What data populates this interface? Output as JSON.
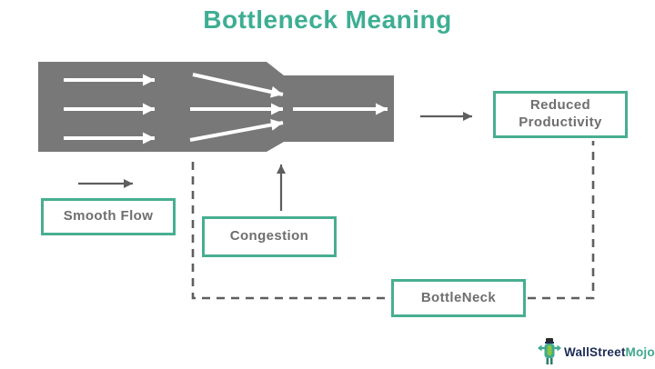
{
  "title": {
    "text": "Bottleneck Meaning",
    "color": "#3EAE93"
  },
  "boxes": {
    "smooth_flow": {
      "label": "Smooth Flow"
    },
    "congestion": {
      "label": "Congestion"
    },
    "bottleneck": {
      "label": "BottleNeck"
    },
    "reduced_productivity": {
      "label": "Reduced Productivity"
    }
  },
  "diagram": {
    "pipe_shape": "bottleneck-pipe",
    "flow_arrows": "white arrows: 3 straight in wide section, 3 converging into neck, 1 through narrow section",
    "connectors": "solid gray arrows: smooth-flow, congestion-up, to-reduced-productivity; dashed gray connectors link pipe and reduced-productivity to BottleNeck label"
  },
  "colors": {
    "background": "#FFFFFF",
    "accent": "#48AE91",
    "pipe_gray": "#787878",
    "label_text": "#6E6E6E",
    "connector_gray": "#5E5E5E",
    "flow_white": "#FFFFFF",
    "logo_navy": "#1D2B56",
    "logo_green": "#3FA98F"
  },
  "logo": {
    "brand_part1": "WallStreet",
    "brand_part2": "Mojo",
    "icon": "bull-mascot-icon"
  }
}
